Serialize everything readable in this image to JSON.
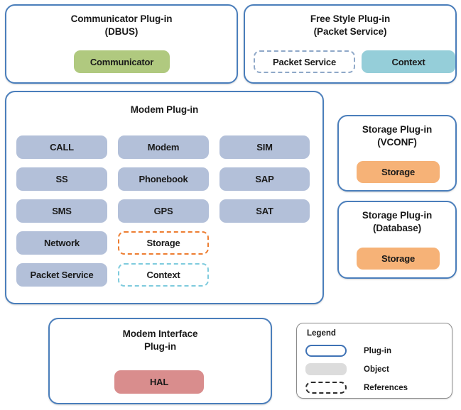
{
  "diagram": {
    "communicator_plugin": {
      "title": "Communicator Plug-in\n(DBUS)",
      "objects": [
        {
          "label": "Communicator",
          "kind": "object",
          "color": "#b0c97f"
        }
      ]
    },
    "free_style_plugin": {
      "title": "Free Style Plug-in\n(Packet Service)",
      "objects": [
        {
          "label": "Packet Service",
          "kind": "reference",
          "color": "#8fa8c8"
        },
        {
          "label": "Context",
          "kind": "object",
          "color": "#95ced9"
        }
      ]
    },
    "modem_plugin": {
      "title": "Modem Plug-in",
      "objects": [
        {
          "label": "CALL",
          "kind": "object",
          "color": "#b3c0d9"
        },
        {
          "label": "Modem",
          "kind": "object",
          "color": "#b3c0d9"
        },
        {
          "label": "SIM",
          "kind": "object",
          "color": "#b3c0d9"
        },
        {
          "label": "SS",
          "kind": "object",
          "color": "#b3c0d9"
        },
        {
          "label": "Phonebook",
          "kind": "object",
          "color": "#b3c0d9"
        },
        {
          "label": "SAP",
          "kind": "object",
          "color": "#b3c0d9"
        },
        {
          "label": "SMS",
          "kind": "object",
          "color": "#b3c0d9"
        },
        {
          "label": "GPS",
          "kind": "object",
          "color": "#b3c0d9"
        },
        {
          "label": "SAT",
          "kind": "object",
          "color": "#b3c0d9"
        },
        {
          "label": "Network",
          "kind": "object",
          "color": "#b3c0d9"
        },
        {
          "label": "Storage",
          "kind": "reference",
          "color": "#ed7d31"
        },
        {
          "label": "Packet Service",
          "kind": "object",
          "color": "#b3c0d9"
        },
        {
          "label": "Context",
          "kind": "reference",
          "color": "#7ecbdd"
        }
      ]
    },
    "storage_plugin_vconf": {
      "title": "Storage Plug-in\n(VCONF)",
      "objects": [
        {
          "label": "Storage",
          "kind": "object",
          "color": "#f6b277"
        }
      ]
    },
    "storage_plugin_database": {
      "title": "Storage Plug-in\n(Database)",
      "objects": [
        {
          "label": "Storage",
          "kind": "object",
          "color": "#f6b277"
        }
      ]
    },
    "modem_interface_plugin": {
      "title": "Modem Interface\nPlug-in",
      "objects": [
        {
          "label": "HAL",
          "kind": "object",
          "color": "#d98d8d"
        }
      ]
    },
    "legend": {
      "title": "Legend",
      "items": [
        {
          "label": "Plug-in",
          "swatch": "plugin-outline"
        },
        {
          "label": "Object",
          "swatch": "object-fill"
        },
        {
          "label": "References",
          "swatch": "dashed-outline"
        }
      ]
    }
  }
}
